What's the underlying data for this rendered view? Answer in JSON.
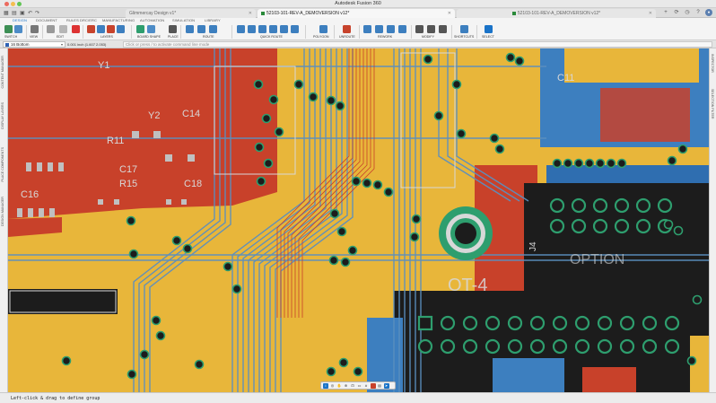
{
  "window": {
    "title": "Autodesk Fusion 360"
  },
  "tabs": {
    "design": {
      "label": "Glimmercay Design v1*"
    },
    "active": {
      "label": "52103-101-REV-A_DEMOVERSION v12*"
    }
  },
  "ribbon": {
    "tabs": [
      {
        "label": "DESIGN"
      },
      {
        "label": "DOCUMENT"
      },
      {
        "label": "RULES DRC/ERC"
      },
      {
        "label": "MANUFACTURING"
      },
      {
        "label": "AUTOMATION"
      },
      {
        "label": "SIMULATION"
      },
      {
        "label": "LIBRARY"
      }
    ],
    "groups": {
      "switch": "SWITCH",
      "view": "VIEW",
      "edit": "EDIT",
      "layers": "LAYERS",
      "board_shape": "BOARD SHAPE",
      "place": "PLACE",
      "route": "ROUTE",
      "quick_route": "QUICK ROUTE",
      "polygon": "POLYGON",
      "unroute": "UNROUTE",
      "rework": "REWORK",
      "modify": "MODIFY",
      "shortcuts": "SHORTCUTS",
      "select": "SELECT"
    }
  },
  "command_bar": {
    "layer": "16 Bottom",
    "coordinates": "0.001 inch (1.607 2.053)",
    "placeholder": "Click or press / to activate command line mode"
  },
  "side_panels": {
    "left": [
      "CONTENT MANAGER",
      "DISPLAY LAYERS",
      "PLACE COMPONENTS",
      "DESIGN MANAGER"
    ],
    "right": [
      "INSPECTOR",
      "SELECTION FILTER"
    ]
  },
  "board": {
    "silkscreen": [
      "Y1",
      "Y2",
      "C14",
      "R11",
      "C17",
      "R15",
      "C16",
      "C18",
      "C11",
      "J4",
      "OT-4",
      "OPTION"
    ]
  },
  "status": {
    "message": "Left-click & drag to define group"
  },
  "colors": {
    "board_fill": "#e8b63a",
    "top_copper": "#c8412a",
    "bottom_copper": "#3d7fbf",
    "via_ring": "#2e9e6e",
    "silkscreen": "#d8d8d8",
    "accent": "#1a73c8"
  },
  "icons": {
    "close": "close-icon",
    "home": "home-icon",
    "undo": "undo-icon",
    "redo": "redo-icon",
    "grid": "grid-icon",
    "move": "move-icon",
    "select": "select-arrow-icon"
  }
}
